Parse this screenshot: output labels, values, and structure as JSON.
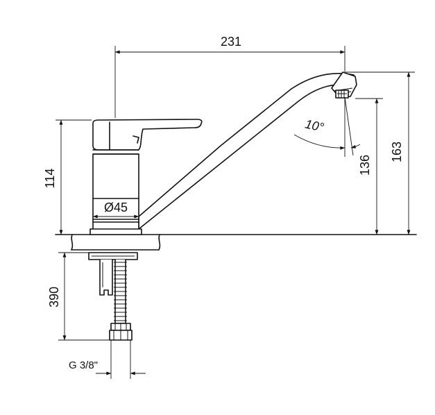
{
  "drawing": {
    "dimensions": {
      "spout_reach": "231",
      "body_height": "114",
      "aerator_angle": "10°",
      "outlet_height": "136",
      "total_height": "163",
      "hose_length": "390",
      "body_diameter": "Ø45",
      "connection_thread": "G 3/8\""
    }
  }
}
